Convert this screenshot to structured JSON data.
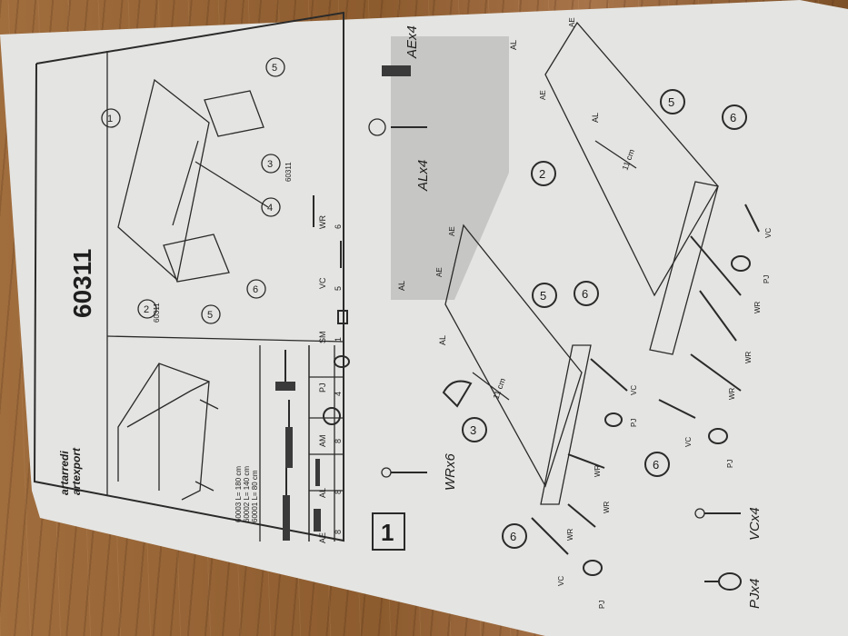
{
  "sheet": {
    "code": "60311",
    "brand_line1": "artarredi",
    "brand_line2": "artexport",
    "model_list": [
      "60003 L= 180 cm",
      "60002 L= 140 cm",
      "60001 L= 80 cm"
    ],
    "tool_icons": [
      "screwdriver-flat-icon",
      "screwdriver-phillips-icon",
      "hammer-icon"
    ]
  },
  "parts_table": {
    "codes": [
      "AE",
      "AL",
      "AM",
      "PJ",
      "SM",
      "VC",
      "WR"
    ],
    "quantities": [
      "8",
      "8",
      "8",
      "4",
      "1",
      "5",
      "6"
    ]
  },
  "overview": {
    "callouts": [
      "1",
      "2",
      "3",
      "4",
      "5",
      "6"
    ],
    "sublabel_a": "60311",
    "sublabel_b": "60311"
  },
  "step": {
    "number": "1",
    "wr_count": "WRx6",
    "al_count": "ALx4",
    "ae_count": "AEx4",
    "pj_count": "PJx4",
    "vc_count": "VCx4"
  },
  "assembly": {
    "dim": "11 cm",
    "labels": {
      "ae": "AE",
      "al": "AL",
      "wr": "WR",
      "vc": "VC",
      "pj": "PJ"
    },
    "callouts": [
      "2",
      "3",
      "5",
      "6"
    ]
  }
}
